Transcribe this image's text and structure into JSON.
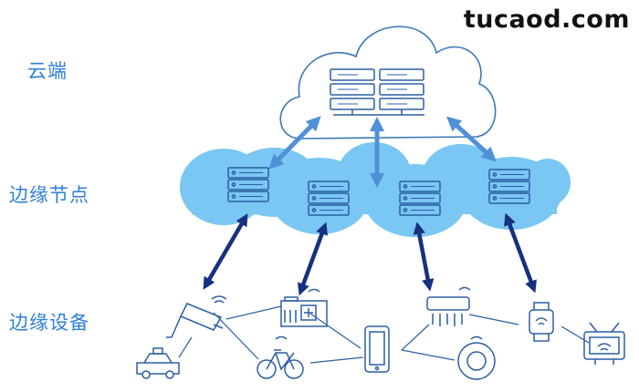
{
  "labels": {
    "cloud": "云端",
    "edge_nodes": "边缘节点",
    "edge_devices": "边缘设备"
  },
  "watermark": "tucaod.com",
  "colors": {
    "label": "#2f7fd6",
    "cloud_fill": "#79c7f2",
    "cloud_outline": "#3b78b7",
    "icon_stroke": "#2b5fa3",
    "arrow_light": "#4f90d6",
    "arrow_dark": "#17307f"
  },
  "icons": {
    "servers_cloud": "server-rack-icon",
    "edge": [
      "server-icon",
      "server-icon",
      "server-icon",
      "server-icon"
    ],
    "devices": [
      "security-camera-icon",
      "hospital-icon",
      "air-conditioner-icon",
      "smartwatch-icon",
      "taxi-icon",
      "bicycle-icon",
      "smartphone-icon",
      "robot-vacuum-icon",
      "smart-tv-icon"
    ]
  }
}
